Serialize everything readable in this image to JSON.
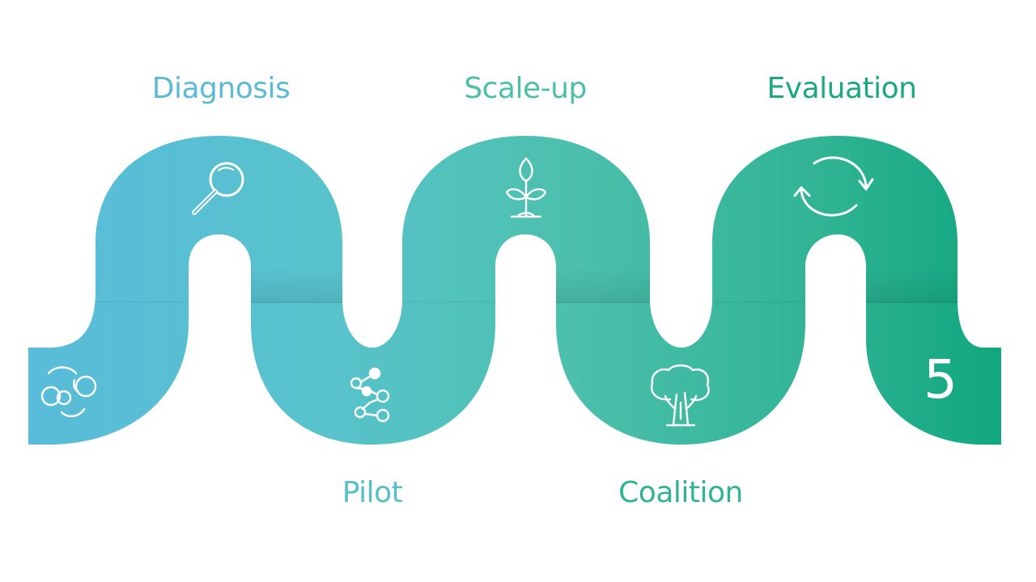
{
  "stages": [
    {
      "label": "Diagnosis",
      "color": "#5bbbd6"
    },
    {
      "label": "Pilot",
      "color": "#55c1c6"
    },
    {
      "label": "Scale-up",
      "color": "#4cbfa8"
    },
    {
      "label": "Coalition",
      "color": "#30b394"
    },
    {
      "label": "Evaluation",
      "color": "#1aa881"
    }
  ],
  "step_number": "5",
  "icons": [
    "bubbles-icon",
    "magnifier-icon",
    "molecules-icon",
    "sprout-icon",
    "tree-icon",
    "refresh-cycle-icon"
  ]
}
